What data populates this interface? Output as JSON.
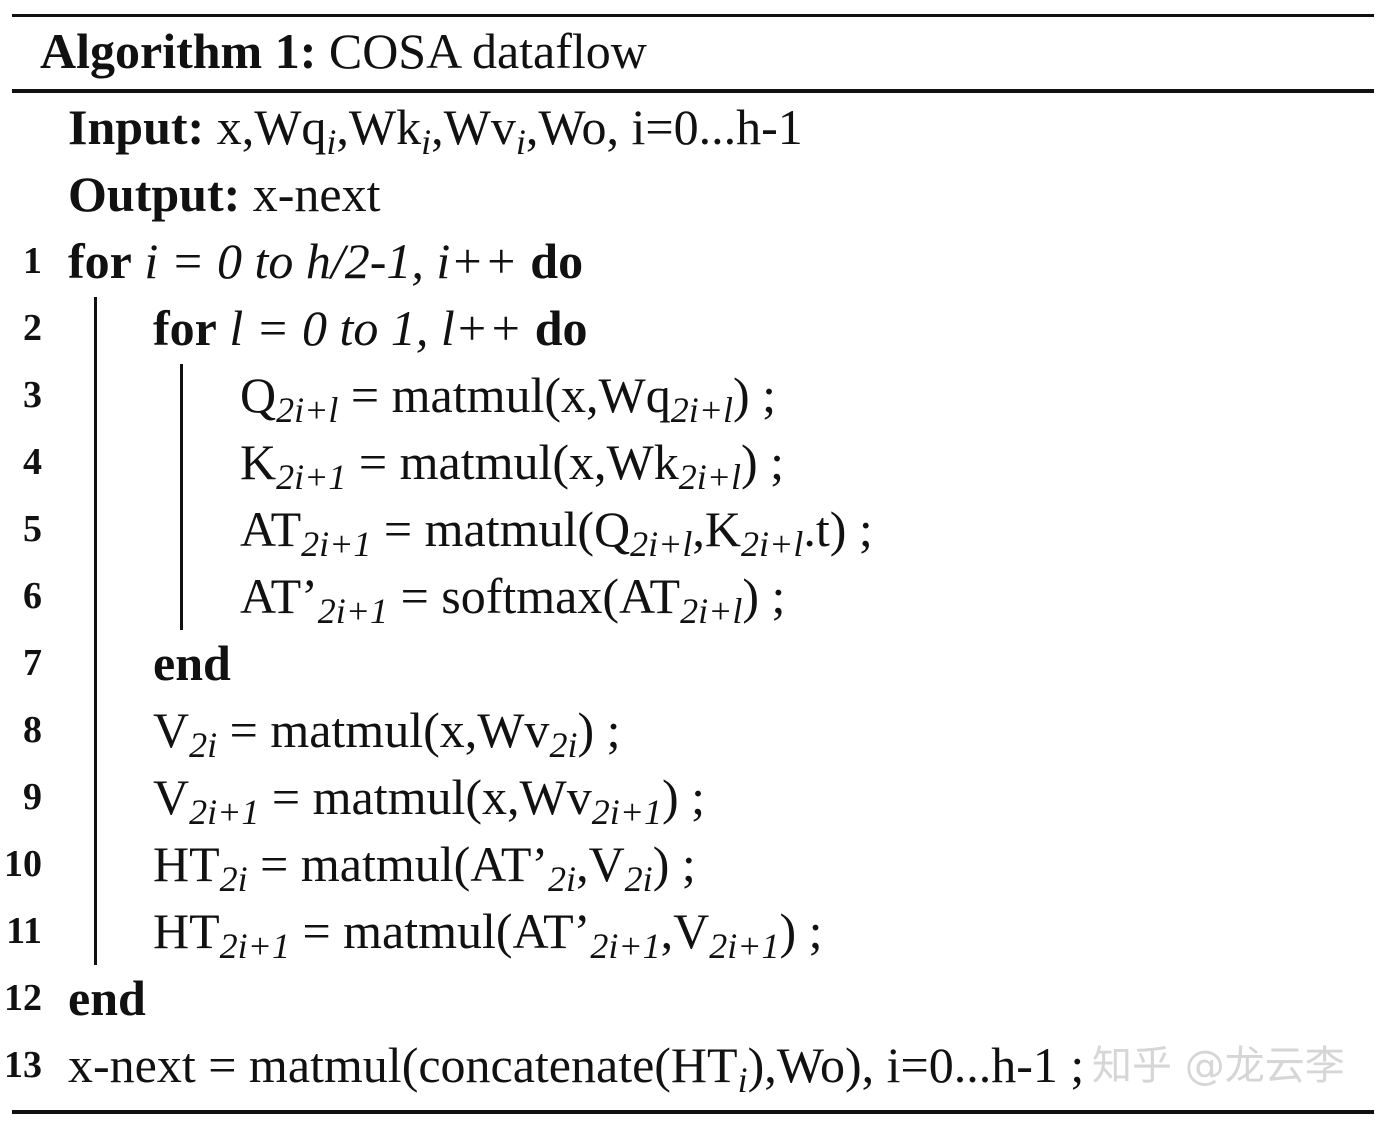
{
  "title": {
    "label": "Algorithm 1:",
    "name": "COSA dataflow"
  },
  "io": {
    "input_label": "Input:",
    "input_parts": [
      "x,Wq",
      "i",
      ",Wk",
      "i",
      ",Wv",
      "i",
      ",Wo, i=0...h-1"
    ],
    "output_label": "Output:",
    "output_value": "x-next"
  },
  "lines": {
    "n1": "1",
    "n2": "2",
    "n3": "3",
    "n4": "4",
    "n5": "5",
    "n6": "6",
    "n7": "7",
    "n8": "8",
    "n9": "9",
    "n10": "10",
    "n11": "11",
    "n12": "12",
    "n13": "13",
    "l1": {
      "kw_for": "for",
      "cond": "i = 0 to h/2-1, i++",
      "kw_do": "do"
    },
    "l2": {
      "kw_for": "for",
      "cond": "l = 0 to 1, l++",
      "kw_do": "do"
    },
    "l3": [
      "Q",
      "2i+l",
      " = matmul(x,Wq",
      "2i+l",
      ") ;"
    ],
    "l4": [
      "K",
      "2i+1",
      " = matmul(x,Wk",
      "2i+l",
      ") ;"
    ],
    "l5": [
      "AT",
      "2i+1",
      " = matmul(Q",
      "2i+l",
      ",K",
      "2i+l",
      ".t) ;"
    ],
    "l6": [
      "AT’",
      "2i+1",
      " = softmax(AT",
      "2i+l",
      ") ;"
    ],
    "l7": "end",
    "l8": [
      "V",
      "2i",
      " = matmul(x,Wv",
      "2i",
      ") ;"
    ],
    "l9": [
      "V",
      "2i+1",
      " = matmul(x,Wv",
      "2i+1",
      ") ;"
    ],
    "l10": [
      "HT",
      "2i",
      " = matmul(AT’",
      "2i",
      ",V",
      "2i",
      ") ;"
    ],
    "l11": [
      "HT",
      "2i+1",
      " = matmul(AT’",
      "2i+1",
      ",V",
      "2i+1",
      ") ;"
    ],
    "l12": "end",
    "l13": [
      "x-next = matmul(concatenate(HT",
      "i",
      "),Wo), i=0...h-1 ;"
    ]
  },
  "watermark": "知乎 @龙云李"
}
